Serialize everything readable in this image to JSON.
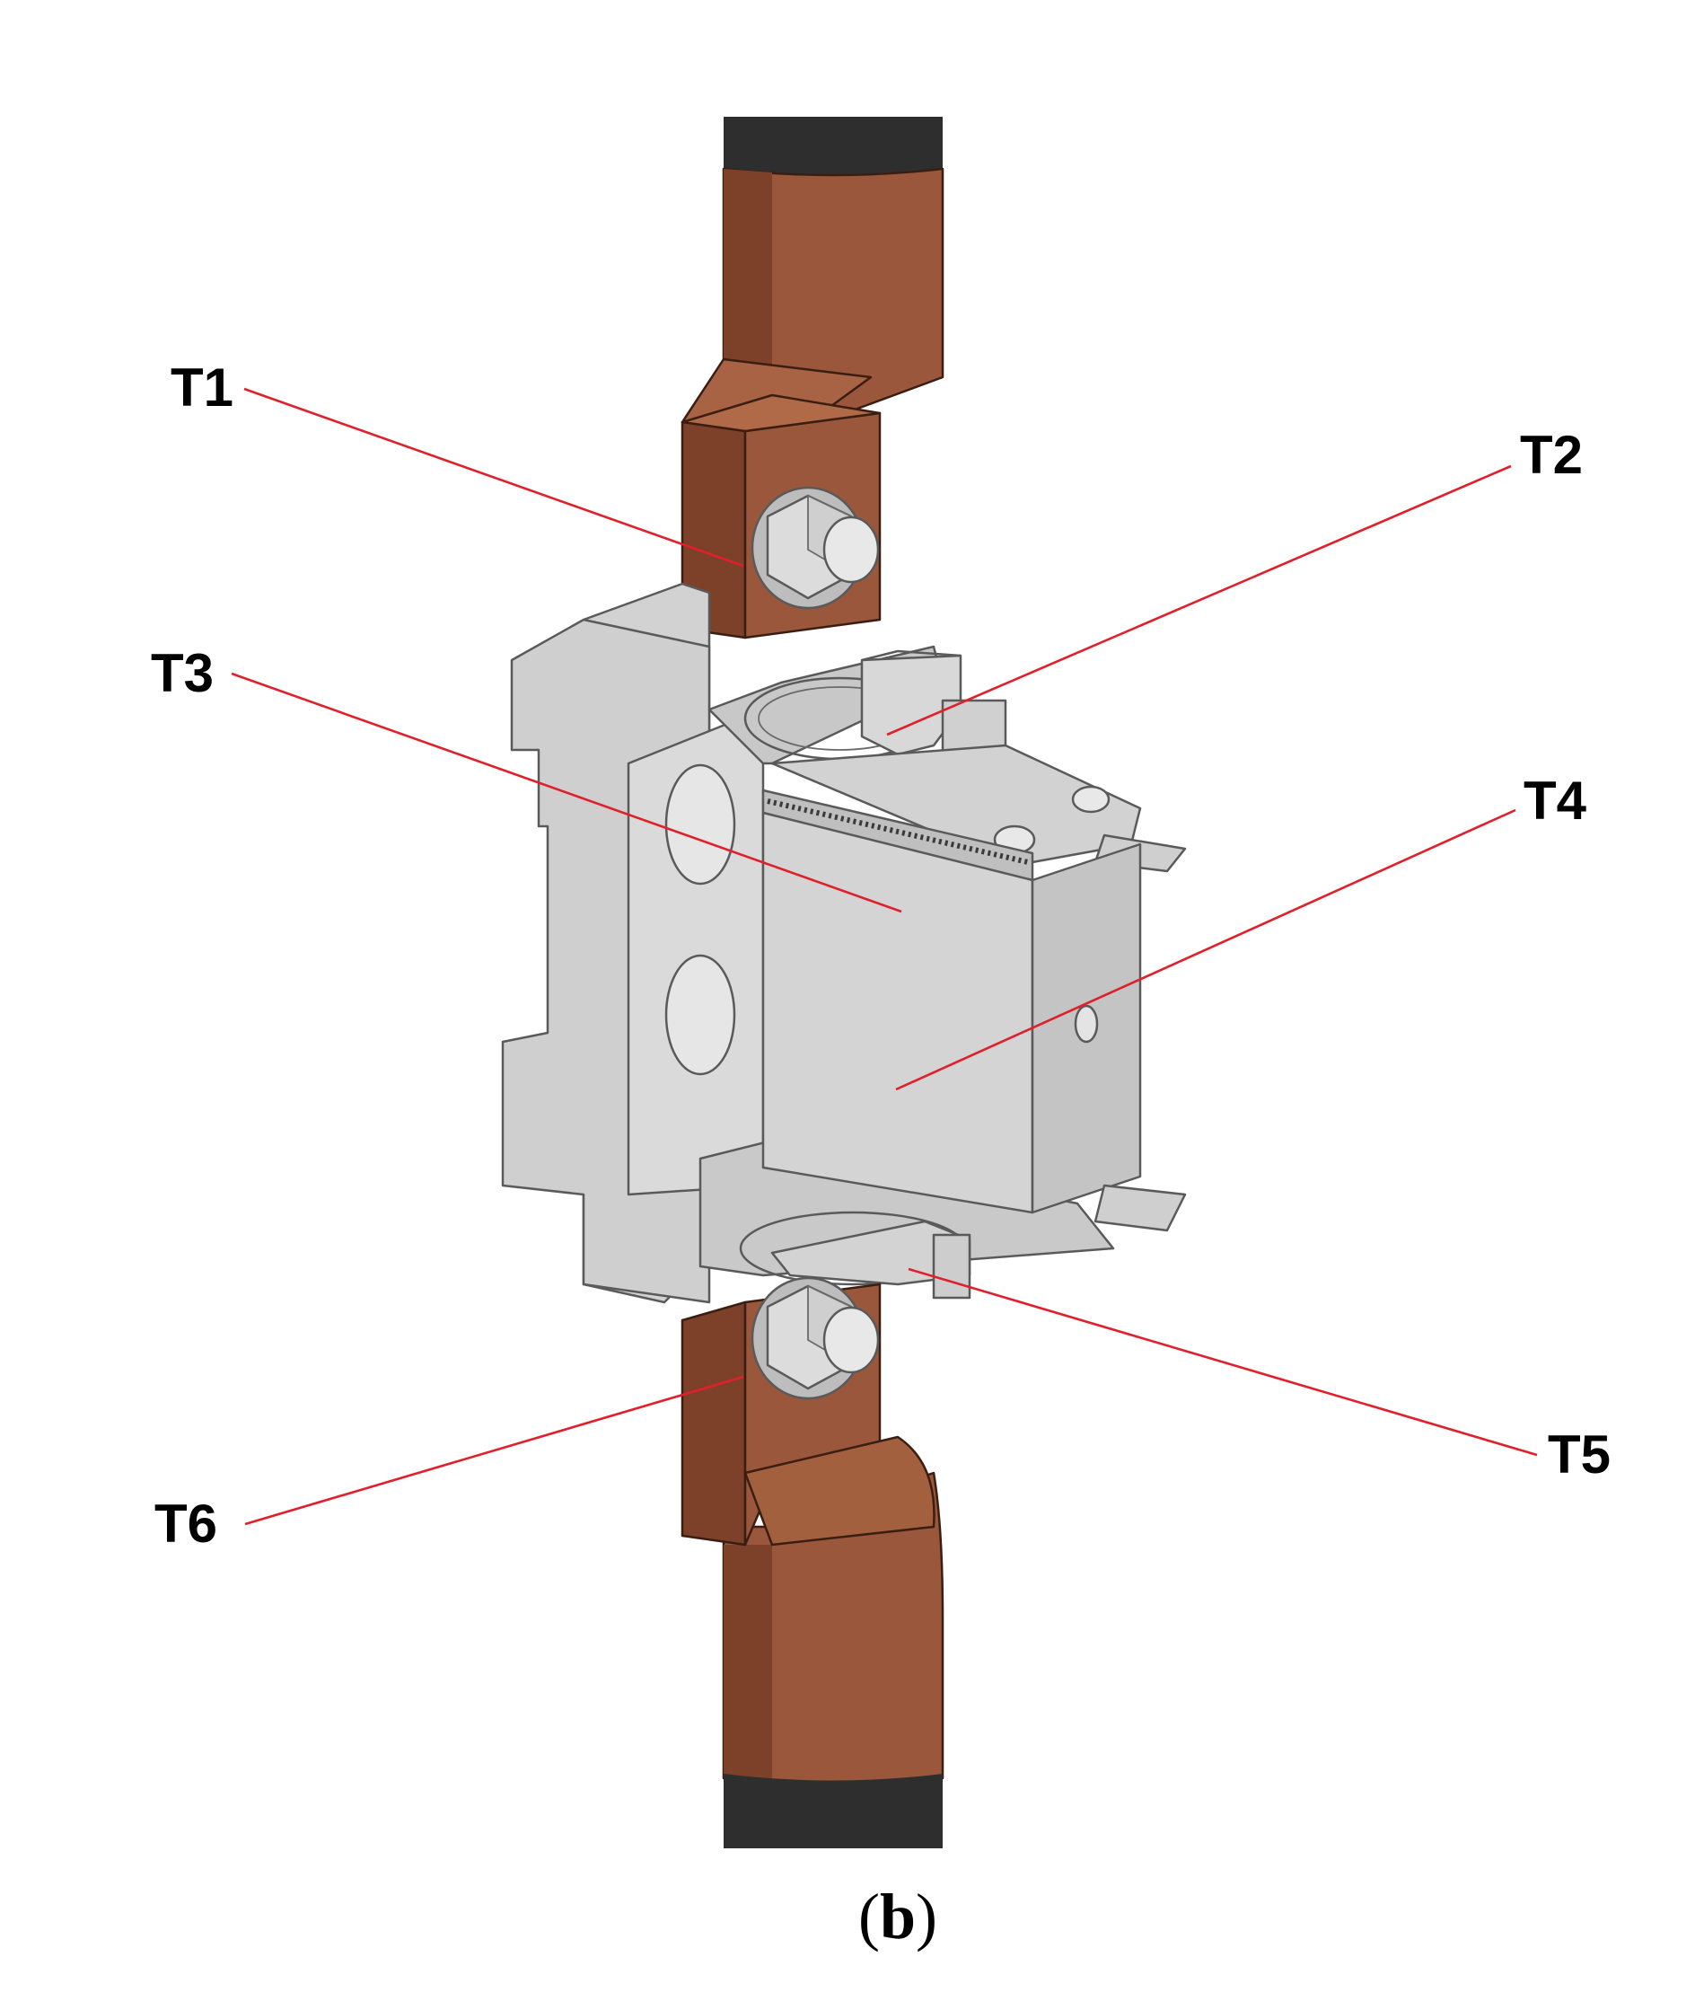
{
  "callouts": [
    {
      "id": "t1",
      "label": "T1"
    },
    {
      "id": "t2",
      "label": "T2"
    },
    {
      "id": "t3",
      "label": "T3"
    },
    {
      "id": "t4",
      "label": "T4"
    },
    {
      "id": "t5",
      "label": "T5"
    },
    {
      "id": "t6",
      "label": "T6"
    }
  ],
  "caption": {
    "open": "(",
    "letter": "b",
    "close": ")"
  },
  "colors": {
    "leader_line": "#e0202a",
    "copper": "#9a573b",
    "copper_dark": "#7d4129",
    "insulation": "#2e2e2e",
    "housing_gray": "#d4d4d4"
  }
}
